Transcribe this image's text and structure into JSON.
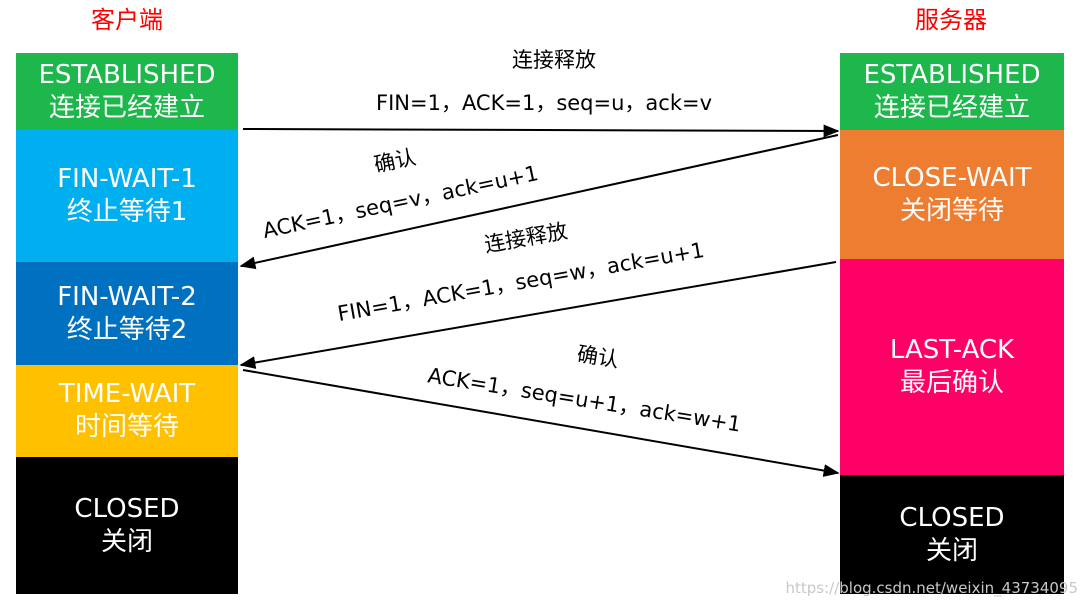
{
  "client": {
    "title": "客户端",
    "states": [
      {
        "name": "ESTABLISHED",
        "desc": "连接已经建立",
        "color": "#1db74b"
      },
      {
        "name": "FIN-WAIT-1",
        "desc": "终止等待1",
        "color": "#00aff0"
      },
      {
        "name": "FIN-WAIT-2",
        "desc": "终止等待2",
        "color": "#0070c0"
      },
      {
        "name": "TIME-WAIT",
        "desc": "时间等待",
        "color": "#ffc000"
      },
      {
        "name": "CLOSED",
        "desc": "关闭",
        "color": "#000000"
      }
    ]
  },
  "server": {
    "title": "服务器",
    "states": [
      {
        "name": "ESTABLISHED",
        "desc": "连接已经建立",
        "color": "#1db74b"
      },
      {
        "name": "CLOSE-WAIT",
        "desc": "关闭等待",
        "color": "#ed7d31"
      },
      {
        "name": "LAST-ACK",
        "desc": "最后确认",
        "color": "#ff0066"
      },
      {
        "name": "CLOSED",
        "desc": "关闭",
        "color": "#000000"
      }
    ]
  },
  "messages": [
    {
      "title": "连接释放",
      "detail": "FIN=1，ACK=1，seq=u，ack=v"
    },
    {
      "title": "确认",
      "detail": "ACK=1，seq=v，ack=u+1"
    },
    {
      "title": "连接释放",
      "detail": "FIN=1，ACK=1，seq=w，ack=u+1"
    },
    {
      "title": "确认",
      "detail": "ACK=1，seq=u+1，ack=w+1"
    }
  ],
  "watermark": "https://blog.csdn.net/weixin_43734095"
}
